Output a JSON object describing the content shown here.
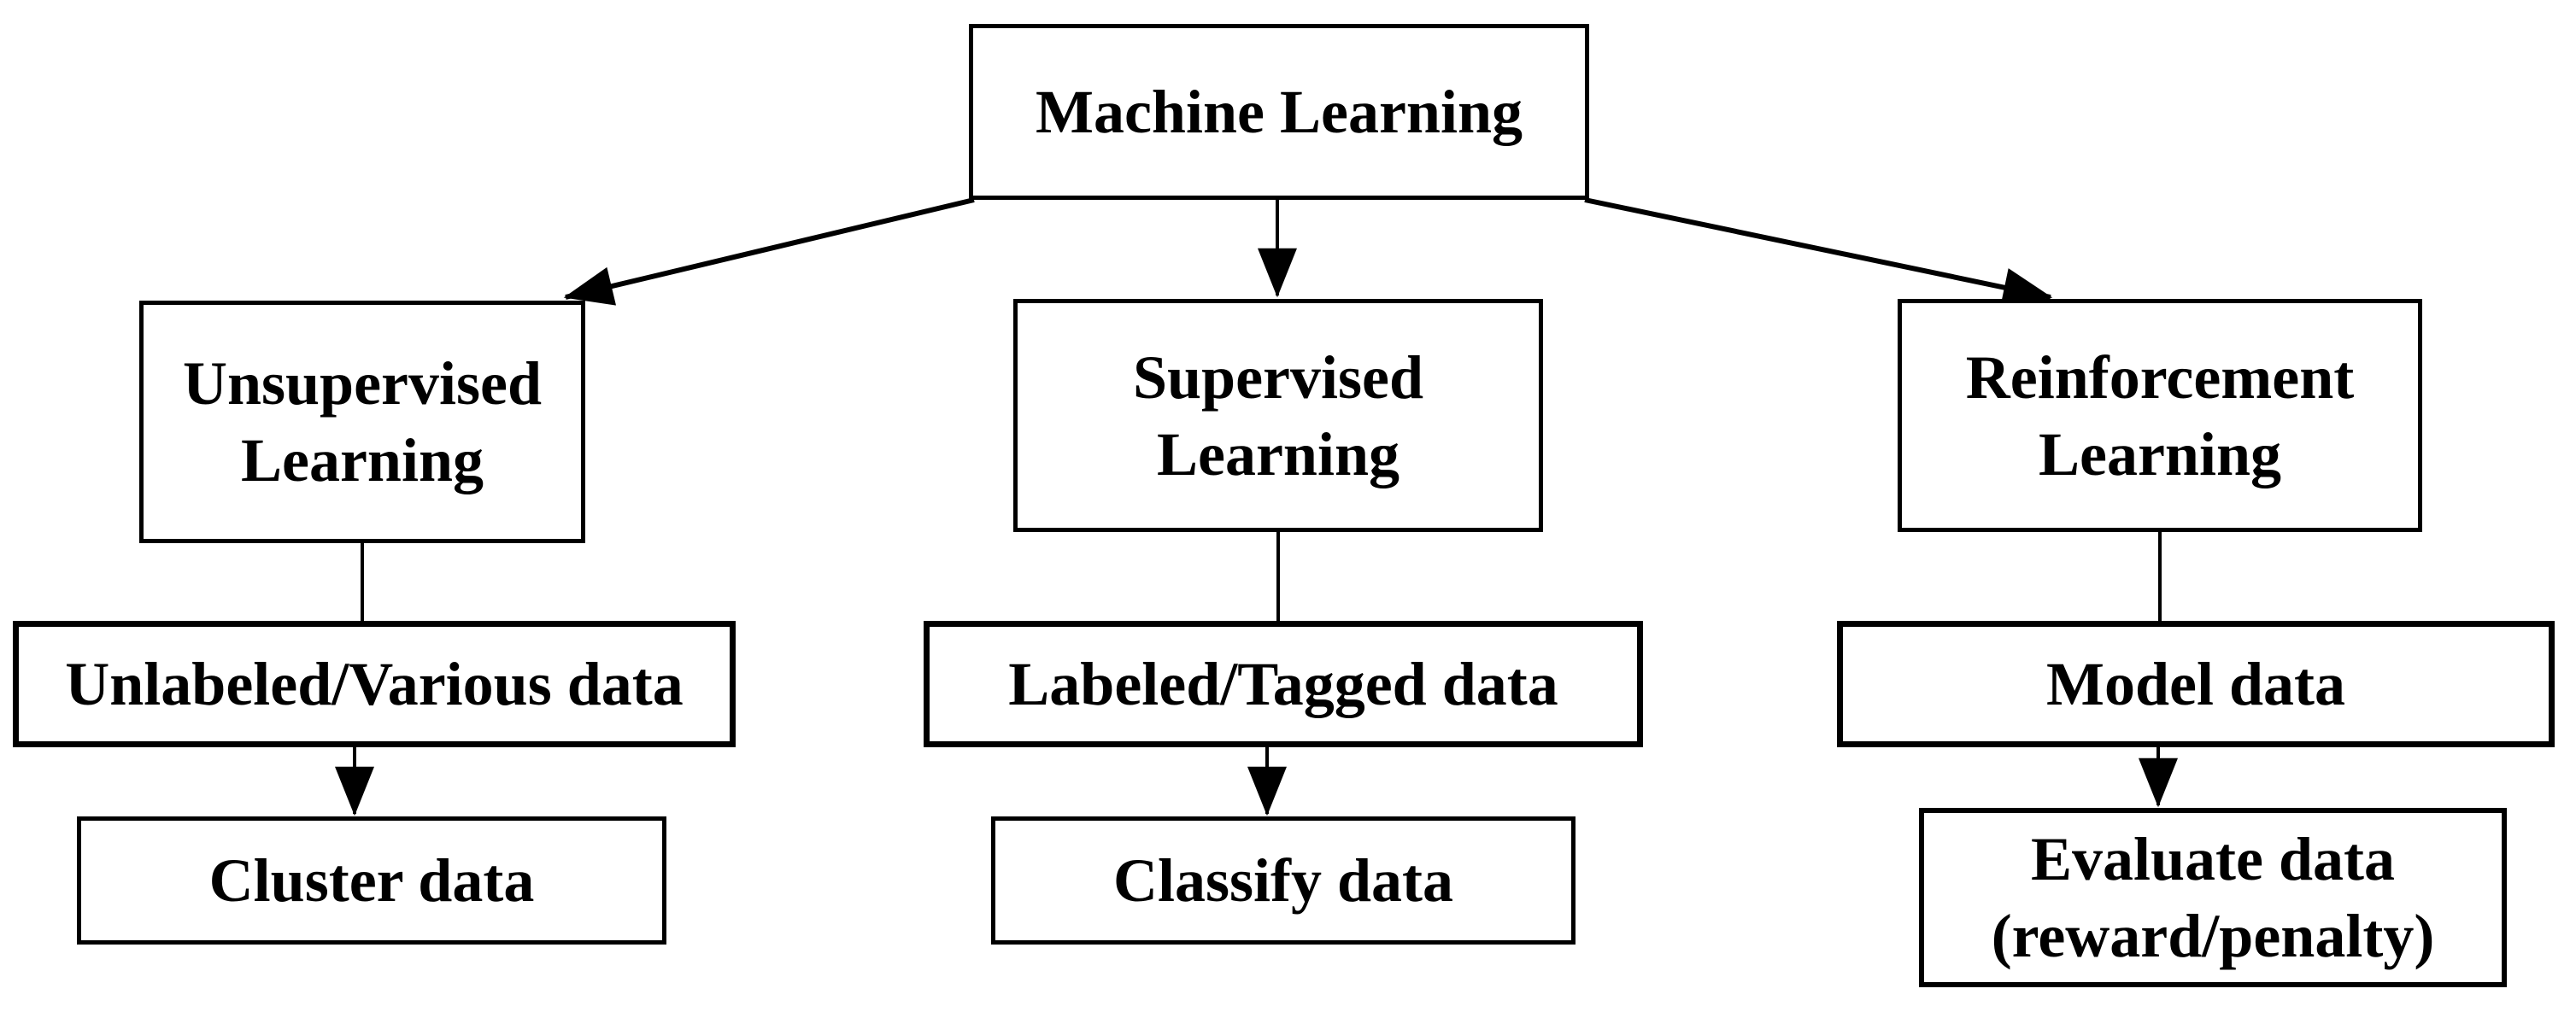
{
  "diagram": {
    "title": "Machine Learning taxonomy flowchart",
    "root": {
      "label": "Machine Learning"
    },
    "branches": [
      {
        "id": "unsupervised",
        "label": "Unsupervised\nLearning",
        "data_label": "Unlabeled/Various data",
        "action_label": "Cluster data"
      },
      {
        "id": "supervised",
        "label": "Supervised\nLearning",
        "data_label": "Labeled/Tagged data",
        "action_label": "Classify data"
      },
      {
        "id": "reinforcement",
        "label": "Reinforcement\nLearning",
        "data_label": "Model data",
        "action_label": "Evaluate data\n(reward/penalty)"
      }
    ],
    "colors": {
      "background": "#ffffff",
      "box_fill": "#ffffff",
      "box_border": "#000000",
      "line": "#000000",
      "text": "#000000"
    }
  }
}
